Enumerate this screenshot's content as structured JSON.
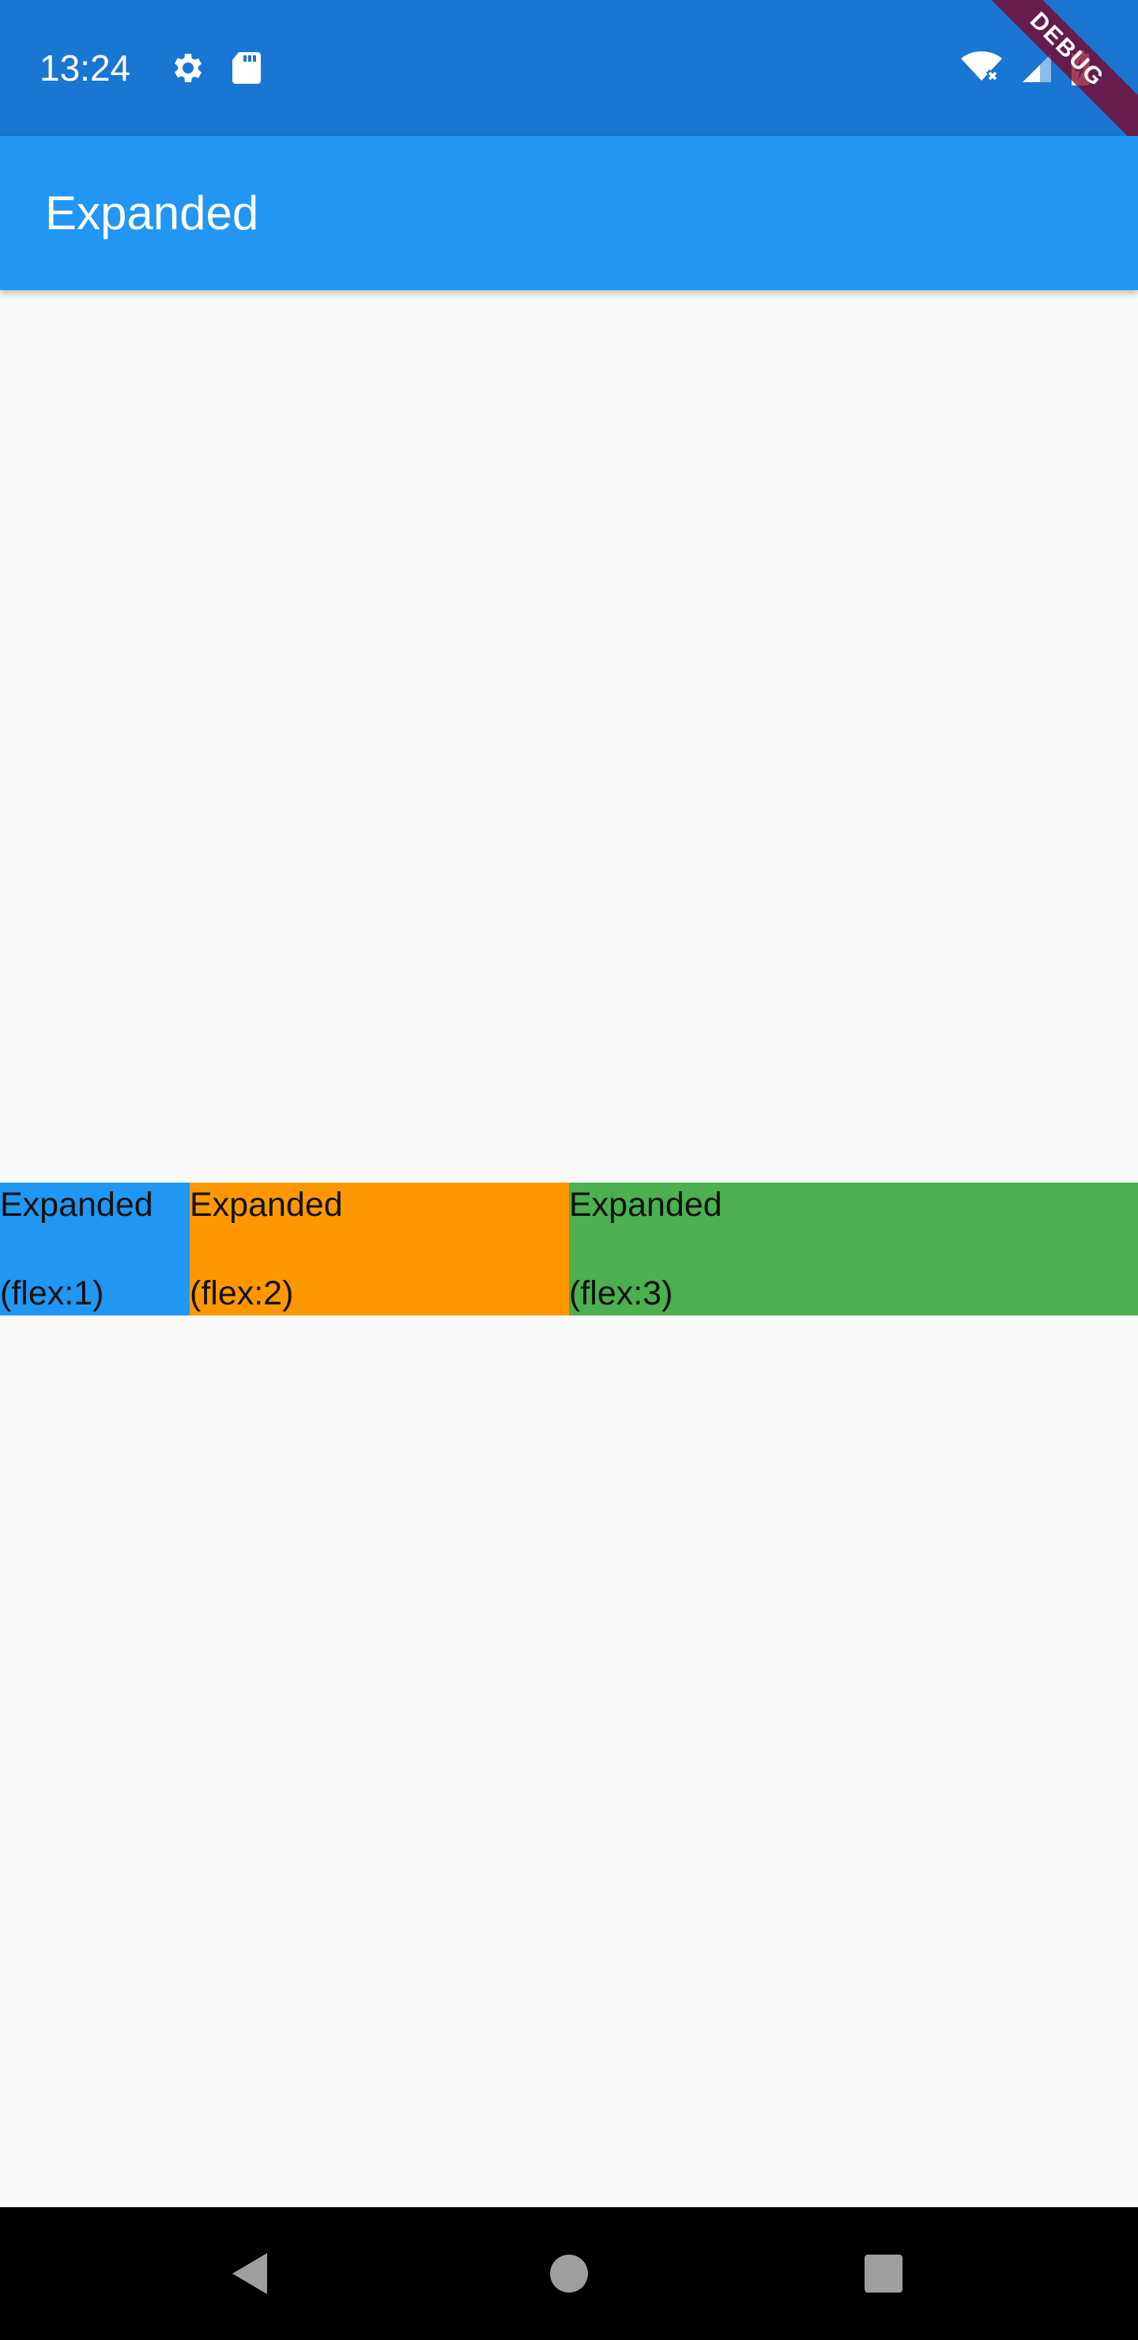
{
  "status_bar": {
    "time": "13:24",
    "icons": [
      "gear-icon",
      "sd-card-icon",
      "wifi-off-icon",
      "cell-signal-icon",
      "battery-charging-icon"
    ],
    "background": "#1976d2"
  },
  "debug_banner": {
    "label": "DEBUG"
  },
  "app_bar": {
    "title": "Expanded",
    "background": "#2196f3"
  },
  "row": {
    "items": [
      {
        "line1": "Expanded",
        "line2": "(flex:1)",
        "flex": 1,
        "color": "#2196f3"
      },
      {
        "line1": "Expanded",
        "line2": "(flex:2)",
        "flex": 2,
        "color": "#ff9800"
      },
      {
        "line1": "Expanded",
        "line2": "(flex:3)",
        "flex": 3,
        "color": "#4caf50"
      }
    ]
  },
  "nav_bar": {
    "buttons": [
      "back-icon",
      "home-icon",
      "recents-icon"
    ]
  }
}
